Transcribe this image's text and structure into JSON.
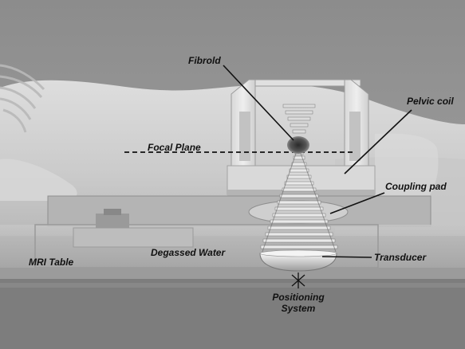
{
  "labels": {
    "fibroid": "Fibrold",
    "pelvic_coil": "Pelvic coil",
    "focal_plane": "Focal Plane",
    "coupling_pad": "Coupling pad",
    "degassed_water": "Degassed Water",
    "mri_table": "MRI Table",
    "transducer": "Transducer",
    "positioning_system_line1": "Positioning",
    "positioning_system_line2": "System"
  }
}
